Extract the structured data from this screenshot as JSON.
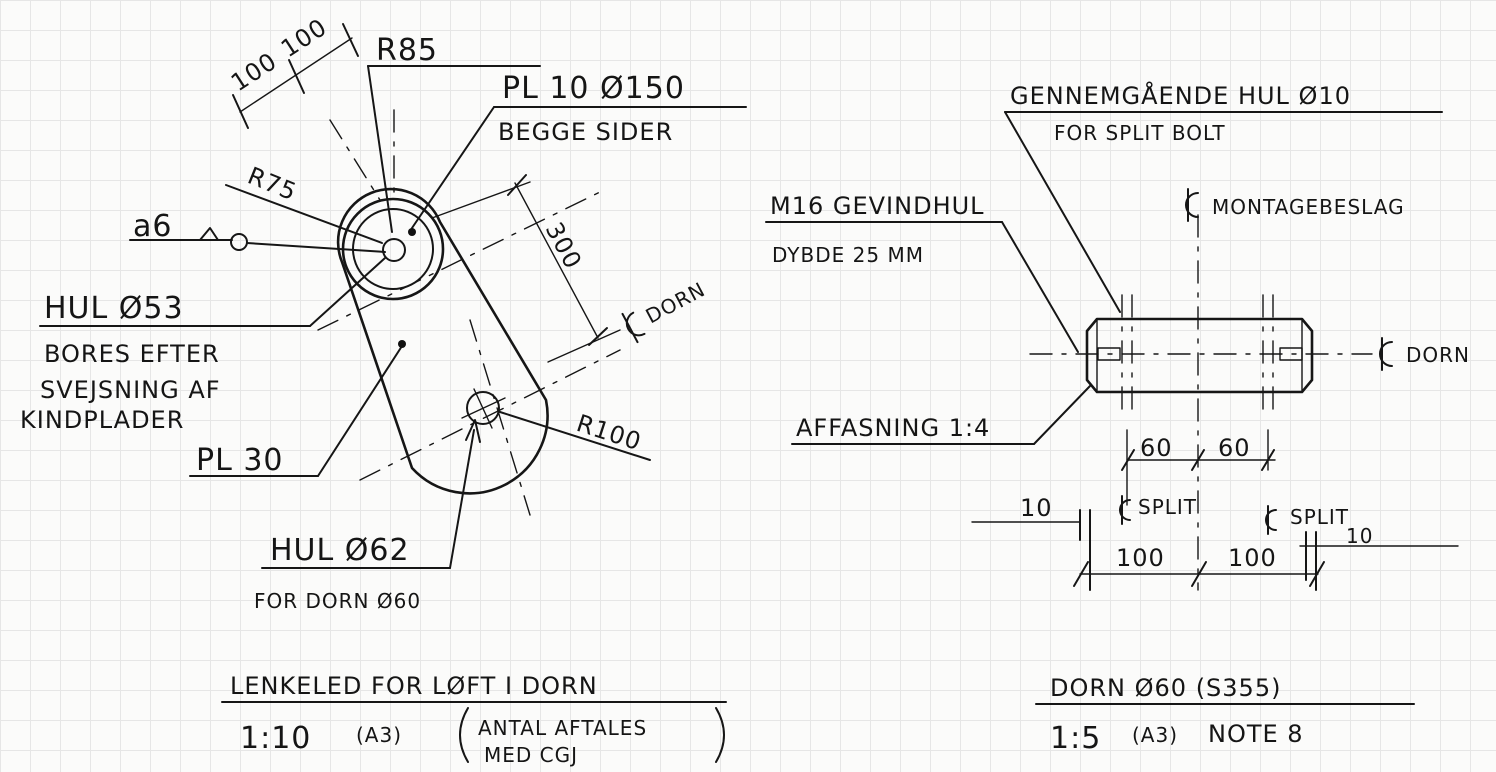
{
  "left_view": {
    "dim_100_a": "100",
    "dim_100_b": "100",
    "r85": "R85",
    "pl10": "PL 10 Ø150",
    "begge_sider": "BEGGE SIDER",
    "r75": "R75",
    "weld": "a6",
    "dim_300": "300",
    "cl_dorn": "DORN",
    "hul53": "HUL Ø53",
    "bores1": "BORES EFTER",
    "bores2": "SVEJSNING AF",
    "bores3": "KINDPLADER",
    "r100": "R100",
    "pl30": "PL 30",
    "hul62": "HUL Ø62",
    "for_dorn": "FOR DORN Ø60",
    "title": "LENKELED FOR LØFT I DORN",
    "scale": "1:10",
    "sheet": "(A3)",
    "note1": "ANTAL AFTALES",
    "note2": "MED CGJ"
  },
  "right_view": {
    "gennem1": "GENNEMGÅENDE HUL Ø10",
    "gennem2": "FOR SPLIT BOLT",
    "montage": "MONTAGEBESLAG",
    "m16": "M16 GEVINDHUL",
    "dybde": "DYBDE 25 MM",
    "cl_dorn": "DORN",
    "affas": "AFFASNING 1:4",
    "d60a": "60",
    "d60b": "60",
    "d10a": "10",
    "split1": "SPLIT",
    "split2": "SPLIT",
    "d10b": "10",
    "d100a": "100",
    "d100b": "100",
    "title": "DORN Ø60 (S355)",
    "scale": "1:5",
    "sheet": "(A3)",
    "note": "NOTE 8"
  }
}
